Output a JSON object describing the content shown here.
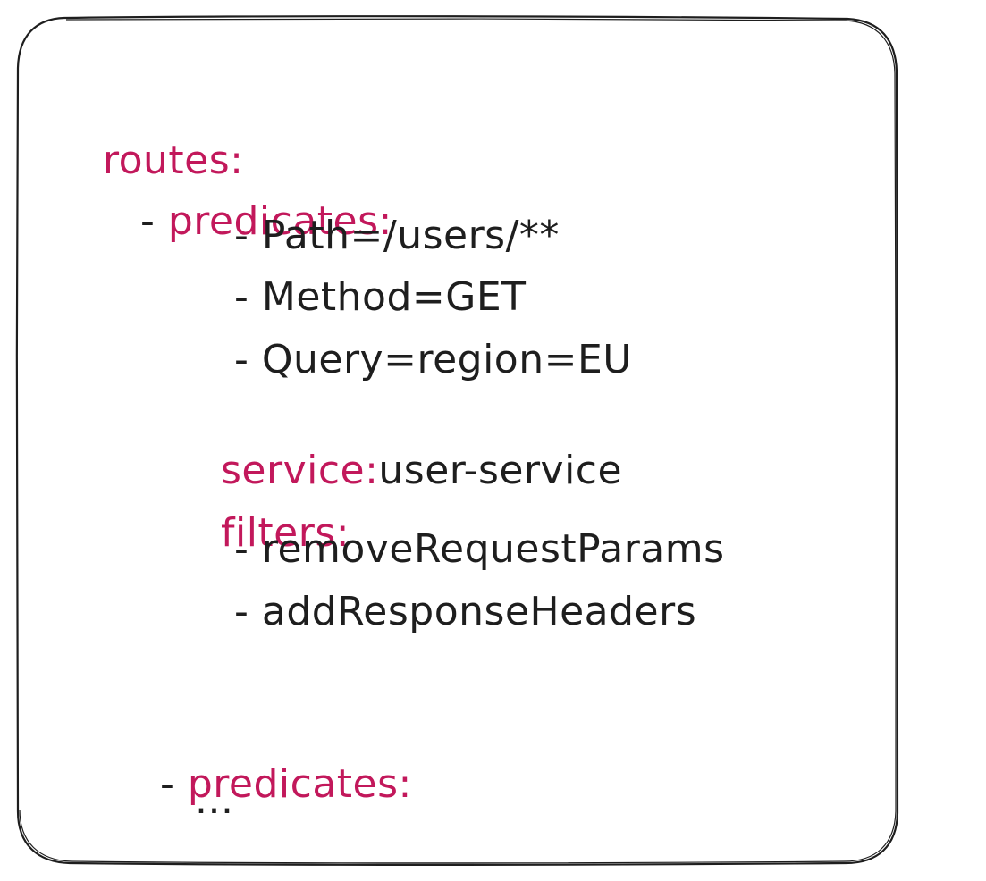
{
  "colors": {
    "key": "#c2185b",
    "value": "#1e1e1e",
    "frame_stroke": "#1e1e1e",
    "background": "#ffffff"
  },
  "yaml": {
    "routes_key": "routes:",
    "route1": {
      "dash": "- ",
      "predicates_key": "predicates:",
      "predicate_items": [
        "- Path=/users/**",
        "- Method=GET",
        "- Query=region=EU"
      ],
      "service_key": "service:",
      "service_value": "user-service",
      "filters_key": "filters:",
      "filter_items": [
        "- removeRequestParams",
        "- addResponseHeaders"
      ]
    },
    "route2": {
      "dash": "- ",
      "predicates_key": "predicates:",
      "ellipsis": "..."
    }
  }
}
